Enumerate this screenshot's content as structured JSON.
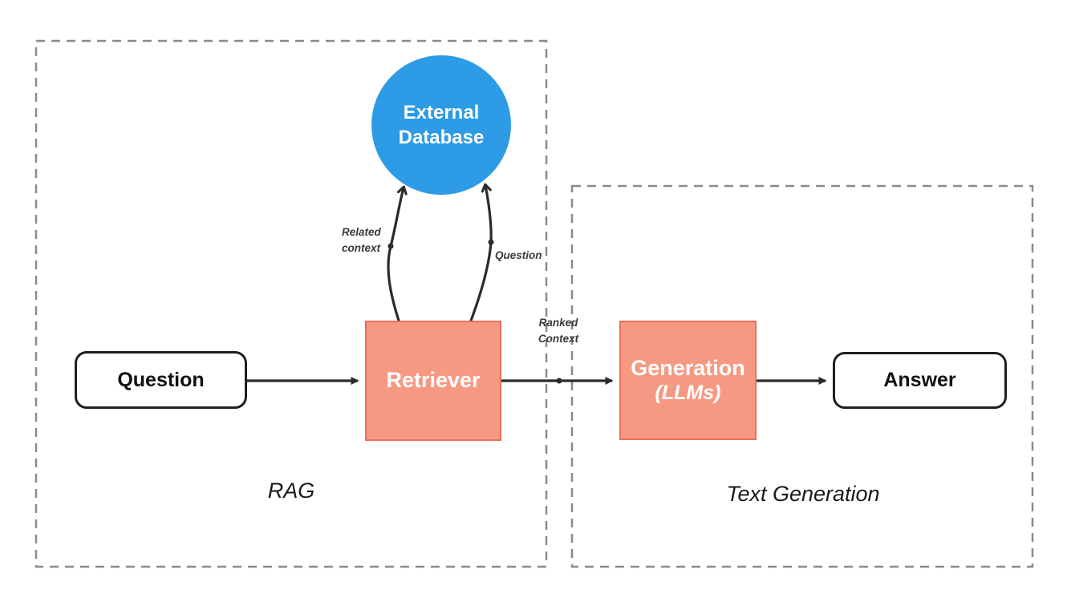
{
  "regions": {
    "rag": {
      "label": "RAG"
    },
    "text_generation": {
      "label": "Text Generation"
    }
  },
  "nodes": {
    "question": {
      "label": "Question"
    },
    "retriever": {
      "label": "Retriever"
    },
    "external_database": {
      "label": "External Database"
    },
    "generation": {
      "label": "Generation",
      "sublabel": "(LLMs)"
    },
    "answer": {
      "label": "Answer"
    }
  },
  "edge_labels": {
    "related_context": "Related context",
    "question": "Question",
    "ranked_context": "Ranked Context"
  },
  "colors": {
    "node_fill_salmon": "#F69983",
    "node_border_salmon": "#E8705C",
    "database_blue": "#2D9BE5",
    "arrow": "#2B2B2B",
    "region_border": "#8A8A8A",
    "label_text": "#3A3A3A"
  }
}
